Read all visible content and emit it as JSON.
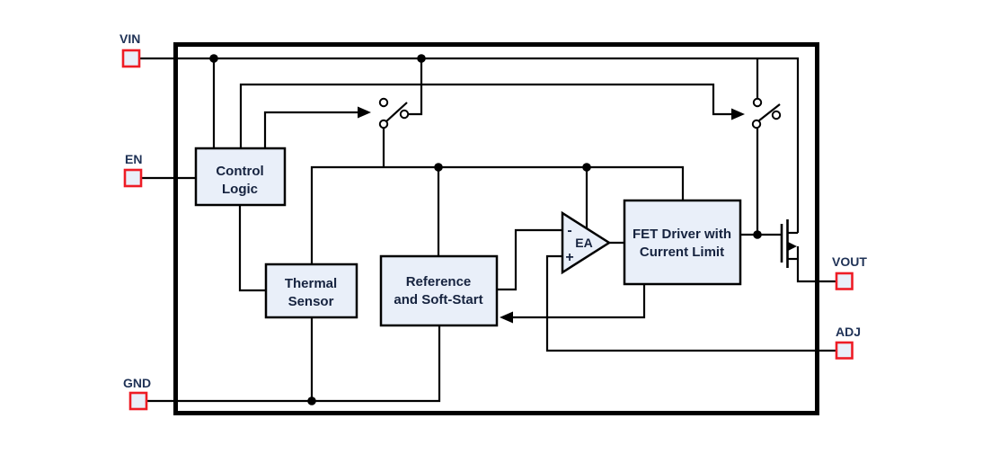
{
  "diagram_type": "ldo-regulator-functional-block-diagram",
  "pins": {
    "vin": {
      "label": "VIN"
    },
    "en": {
      "label": "EN"
    },
    "gnd": {
      "label": "GND"
    },
    "vout": {
      "label": "VOUT"
    },
    "adj": {
      "label": "ADJ"
    }
  },
  "blocks": {
    "control_logic": {
      "line1": "Control",
      "line2": "Logic"
    },
    "thermal_sensor": {
      "line1": "Thermal",
      "line2": "Sensor"
    },
    "reference_soft_start": {
      "line1": "Reference",
      "line2": "and Soft-Start"
    },
    "fet_driver": {
      "line1": "FET Driver with",
      "line2": "Current Limit"
    },
    "error_amp": {
      "label": "EA",
      "inverting": "-",
      "noninverting": "+"
    }
  },
  "colors": {
    "background": "#ffffff",
    "wire": "#000000",
    "block_fill": "#e9eff9",
    "block_stroke": "#000000",
    "pin_outline": "#ee1c25",
    "pin_fill": "#e9eff9",
    "pin_label_text": "#1f3256",
    "block_label_text": "#16233f"
  }
}
